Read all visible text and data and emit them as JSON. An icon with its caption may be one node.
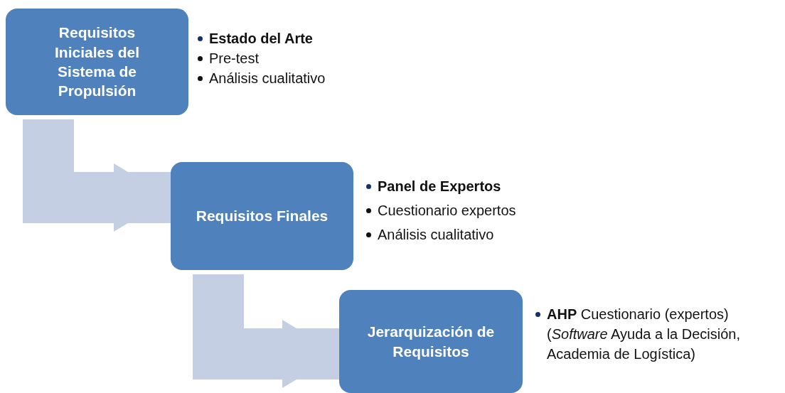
{
  "diagram": {
    "nodes": [
      {
        "text": [
          "Requisitos Iniciales del Sistema de Propulsión"
        ],
        "beside": [
          "**Estado del Arte**",
          "Pre-test",
          "Análisis cualitativo"
        ]
      },
      {
        "text": [
          "Requisitos Finales"
        ],
        "beside": [
          "**Panel de Expertos**",
          "Cuestionario expertos",
          "Análisis cualitativo"
        ]
      },
      {
        "text": [
          "Jerarquización de Requisitos"
        ],
        "beside": [
          "**AHP** Cuestionario (expertos) (*Software* Ayuda a la Decisión, Academia de Logística)"
        ]
      }
    ],
    "edges": [
      {
        "from": 0,
        "to": 1,
        "arrow": "to"
      },
      {
        "from": 1,
        "to": 2,
        "arrow": "to"
      }
    ]
  }
}
